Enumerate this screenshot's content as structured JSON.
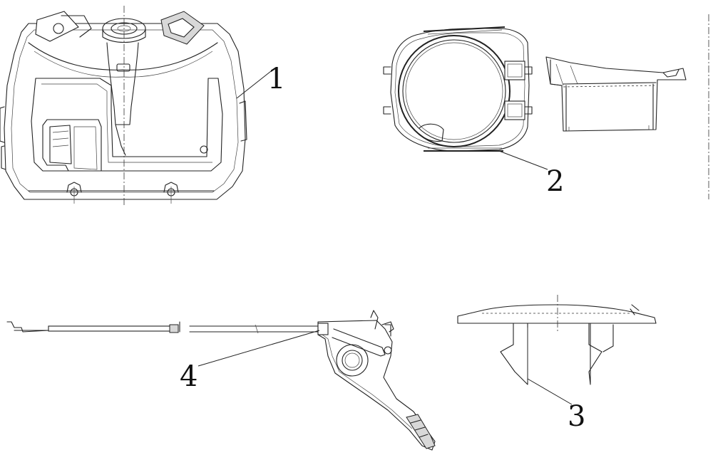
{
  "callouts": {
    "part_1": "1",
    "part_2": "2",
    "part_3": "3",
    "part_4": "4"
  }
}
